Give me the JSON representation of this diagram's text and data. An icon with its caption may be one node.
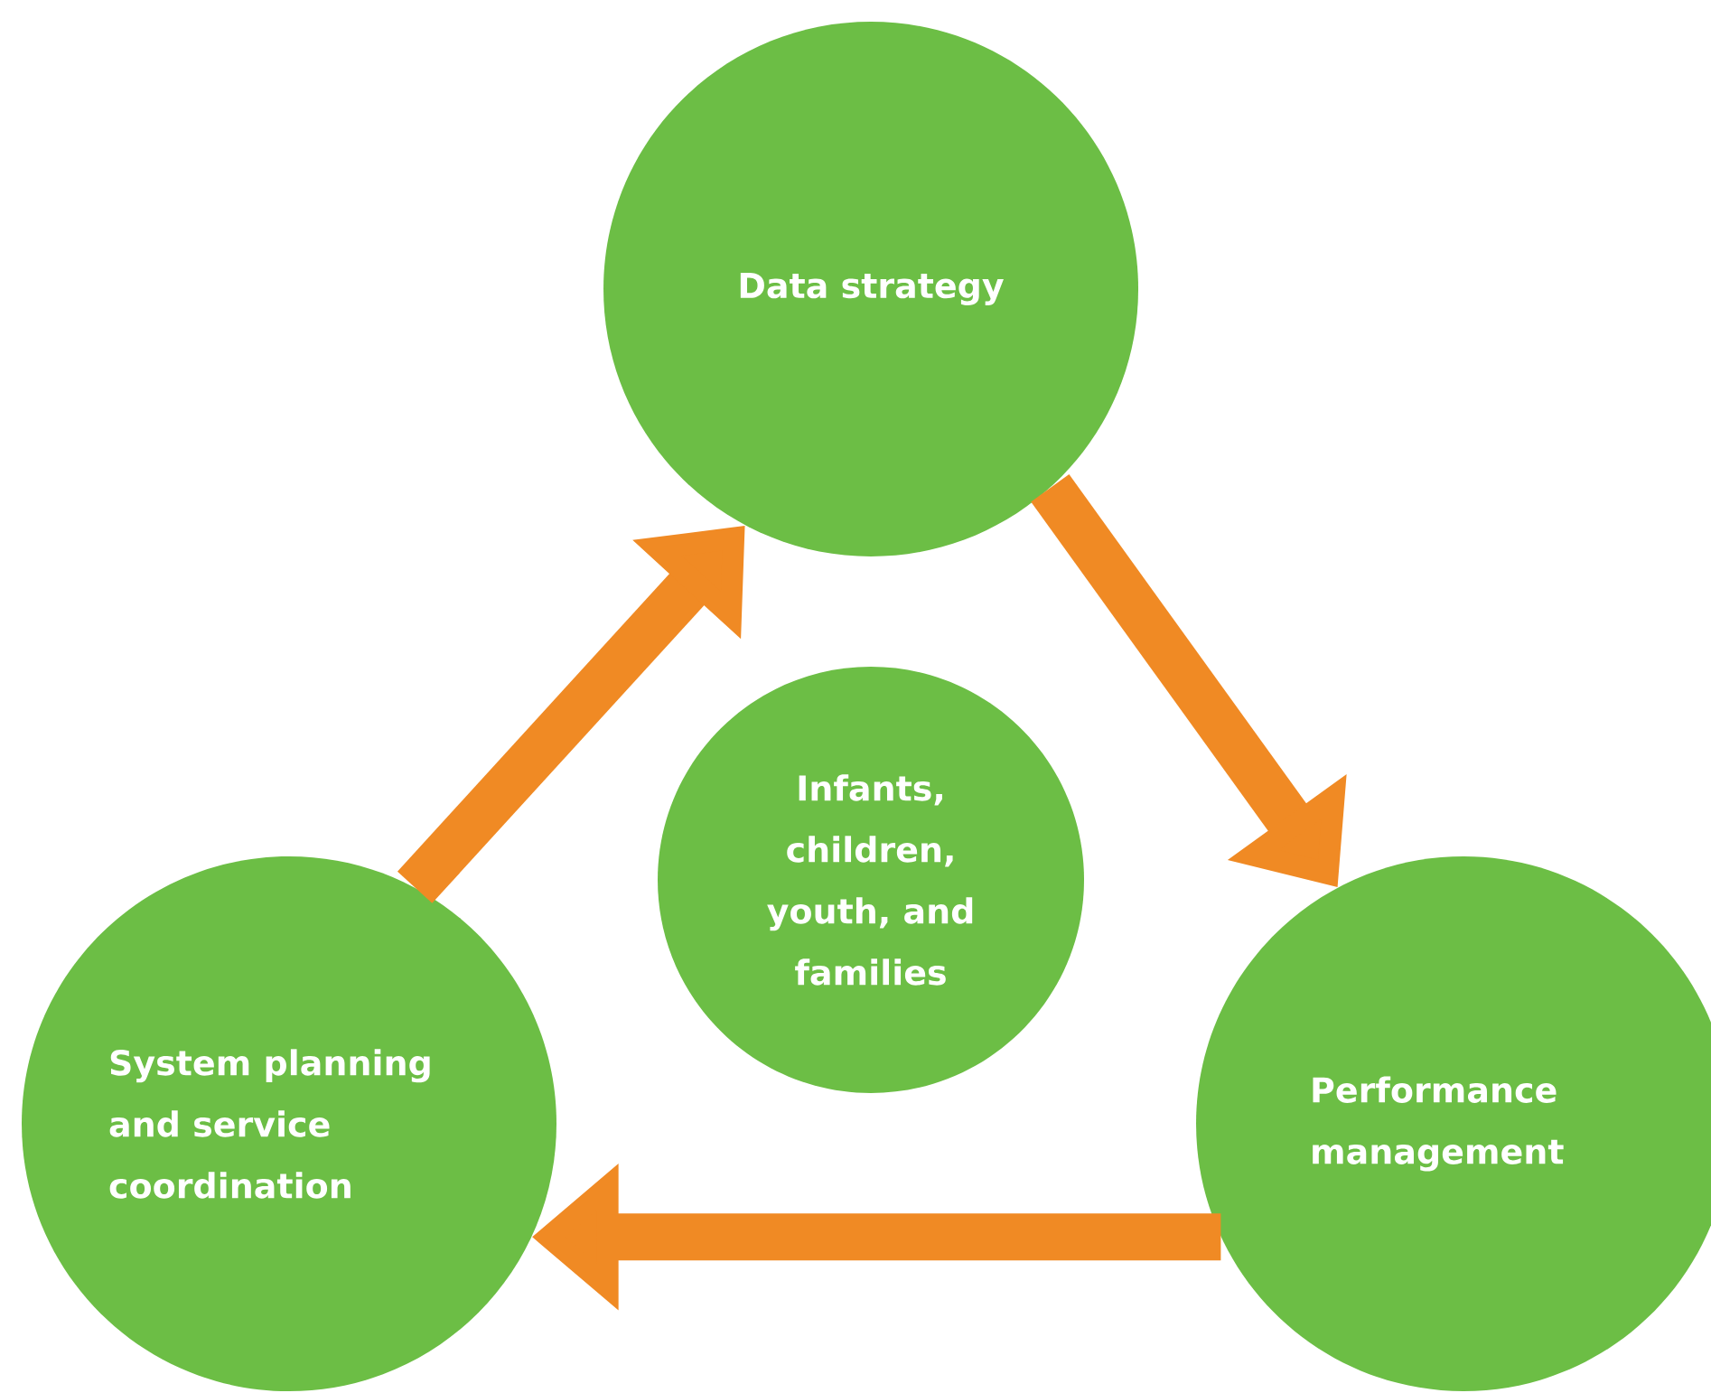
{
  "diagram": {
    "nodes": [
      {
        "text": [
          "Data strategy"
        ]
      },
      {
        "text": [
          "Performance management"
        ]
      },
      {
        "text": [
          "System planning and service coordination"
        ]
      },
      {
        "text": [
          "Infants, children, youth, and families"
        ]
      }
    ],
    "edges": [
      {
        "from": 0,
        "to": 1,
        "arrow": "to"
      },
      {
        "from": 1,
        "to": 2,
        "arrow": "to"
      },
      {
        "from": 2,
        "to": 0,
        "arrow": "to"
      }
    ]
  }
}
